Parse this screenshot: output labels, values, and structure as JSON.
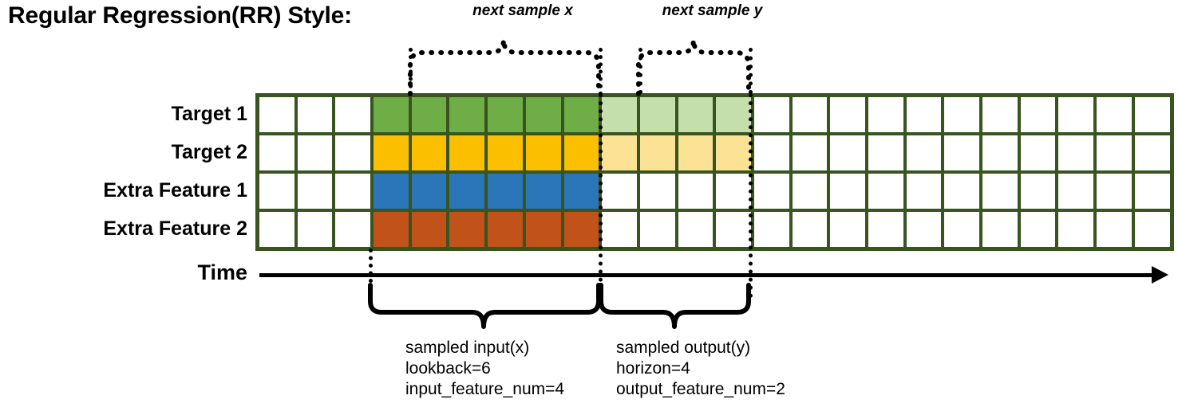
{
  "title": "Regular Regression(RR) Style:",
  "top_labels": {
    "next_x": "next sample x",
    "next_y": "next sample y"
  },
  "rows": [
    {
      "label": "Target 1",
      "fill": "#6FAE46",
      "light": "#C5DFAC",
      "has_output": true
    },
    {
      "label": "Target 2",
      "fill": "#FBBF00",
      "light": "#FCE294",
      "has_output": true
    },
    {
      "label": "Extra Feature 1",
      "fill": "#2B76B9",
      "light": "#FFFFFF",
      "has_output": false
    },
    {
      "label": "Extra Feature 2",
      "fill": "#C0521A",
      "light": "#FFFFFF",
      "has_output": false
    }
  ],
  "grid": {
    "columns": 24,
    "lead_blank_cols": 3,
    "input_cols": 6,
    "output_cols": 4,
    "trail_blank_cols": 11,
    "border_color": "#38541F",
    "blank_color": "#FFFFFF"
  },
  "time_axis": {
    "label": "Time",
    "arrow": "right-arrow-icon"
  },
  "annotations": {
    "input": {
      "title": "sampled input(x)",
      "line2": "lookback=6",
      "line3": "input_feature_num=4"
    },
    "output": {
      "title": "sampled output(y)",
      "line2": "horizon=4",
      "line3": "output_feature_num=2"
    }
  },
  "colors": {
    "grid_border": "#38541F",
    "target1": "#6FAE46",
    "target1_light": "#C5DFAC",
    "target2": "#FBBF00",
    "target2_light": "#FCE294",
    "extra1": "#2B76B9",
    "extra2": "#C0521A",
    "ink": "#000000"
  }
}
